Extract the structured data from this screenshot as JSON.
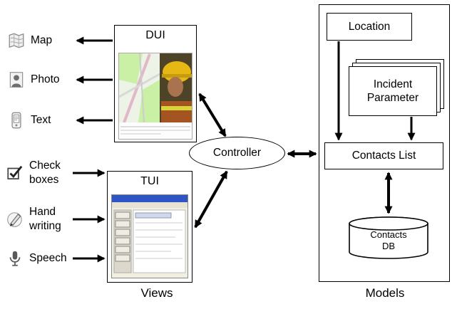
{
  "diagram": {
    "dui_title": "DUI",
    "tui_title": "TUI",
    "controller_label": "Controller",
    "views_label": "Views",
    "models_label": "Models",
    "io_items": [
      {
        "label": "Map",
        "icon": "map-icon",
        "direction": "output"
      },
      {
        "label": "Photo",
        "icon": "photo-icon",
        "direction": "output"
      },
      {
        "label": "Text",
        "icon": "text-icon",
        "direction": "output"
      },
      {
        "label": "Check boxes",
        "icon": "checkbox-icon",
        "direction": "input"
      },
      {
        "label": "Hand writing",
        "icon": "handwriting-icon",
        "direction": "input"
      },
      {
        "label": "Speech",
        "icon": "microphone-icon",
        "direction": "input"
      }
    ],
    "models": {
      "location": "Location",
      "incident_parameter": "Incident Parameter",
      "contacts_list": "Contacts List",
      "contacts_db": "Contacts DB"
    },
    "colors": {
      "line": "#000000",
      "box_fill": "#ffffff",
      "tui_titlebar": "#2f55c5",
      "map_green": "#c9f0a5",
      "hardhat_yellow": "#e7b714"
    }
  }
}
